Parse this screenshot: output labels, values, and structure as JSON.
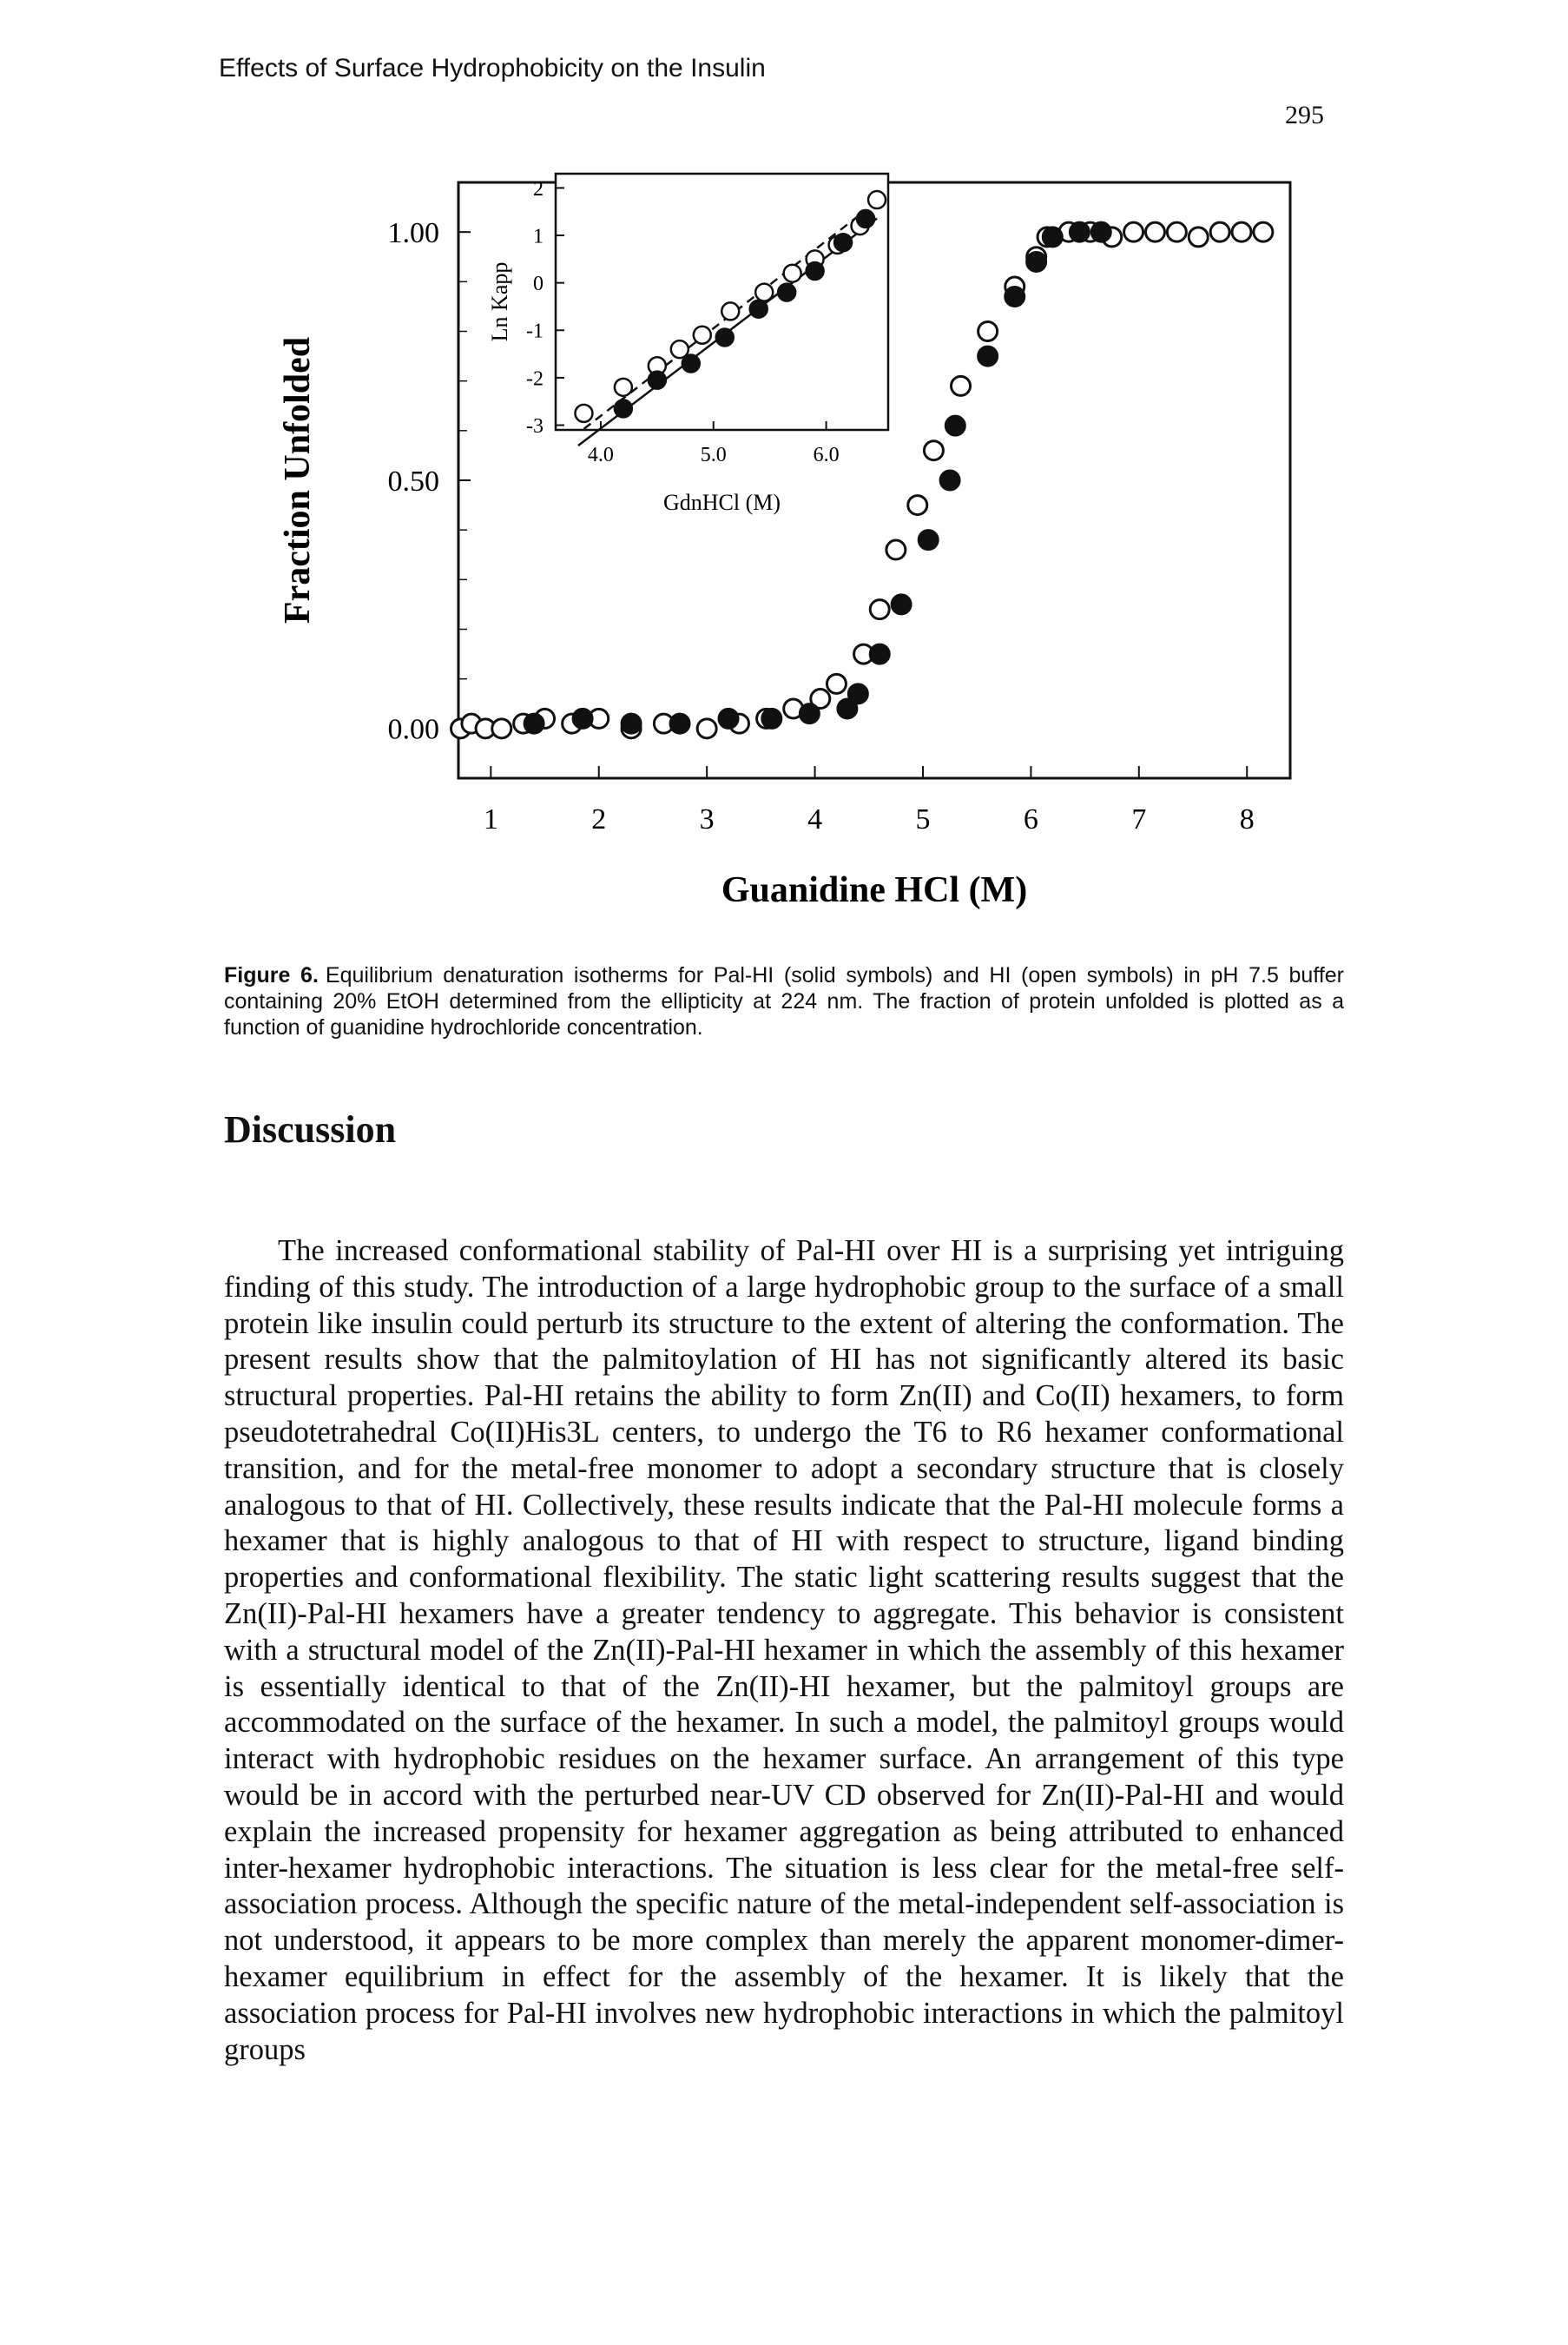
{
  "running_head": "Effects of Surface Hydrophobicity on the Insulin",
  "page_number": "295",
  "figure": {
    "label": "Figure 6.",
    "caption": "Equilibrium denaturation isotherms for Pal-HI (solid symbols) and HI (open symbols) in pH 7.5 buffer containing 20% EtOH determined from the ellipticity at 224 nm. The fraction of protein unfolded is plotted as a function of guanidine hydrochloride concentration."
  },
  "chart_data": [
    {
      "type": "scatter",
      "xlabel": "Guanidine HCl (M)",
      "ylabel": "Fraction Unfolded",
      "xlim": [
        0.7,
        8.4
      ],
      "ylim": [
        -0.1,
        1.1
      ],
      "x_ticks": [
        "1",
        "2",
        "3",
        "4",
        "5",
        "6",
        "7",
        "8"
      ],
      "y_ticks": [
        "0.00",
        "0.50",
        "1.00"
      ],
      "series": [
        {
          "marker": "open",
          "points": [
            [
              0.72,
              0.0
            ],
            [
              0.82,
              0.01
            ],
            [
              0.95,
              0.0
            ],
            [
              1.1,
              0.0
            ],
            [
              1.3,
              0.01
            ],
            [
              1.5,
              0.02
            ],
            [
              1.75,
              0.01
            ],
            [
              2.0,
              0.02
            ],
            [
              2.3,
              0.0
            ],
            [
              2.6,
              0.01
            ],
            [
              3.0,
              0.0
            ],
            [
              3.3,
              0.01
            ],
            [
              3.55,
              0.02
            ],
            [
              3.8,
              0.04
            ],
            [
              4.05,
              0.06
            ],
            [
              4.2,
              0.09
            ],
            [
              4.45,
              0.15
            ],
            [
              4.6,
              0.24
            ],
            [
              4.75,
              0.36
            ],
            [
              4.95,
              0.45
            ],
            [
              5.1,
              0.56
            ],
            [
              5.35,
              0.69
            ],
            [
              5.6,
              0.8
            ],
            [
              5.85,
              0.89
            ],
            [
              6.05,
              0.95
            ],
            [
              6.15,
              0.99
            ],
            [
              6.35,
              1.0
            ],
            [
              6.55,
              1.0
            ],
            [
              6.75,
              0.99
            ],
            [
              6.95,
              1.0
            ],
            [
              7.15,
              1.0
            ],
            [
              7.35,
              1.0
            ],
            [
              7.55,
              0.99
            ],
            [
              7.75,
              1.0
            ],
            [
              7.95,
              1.0
            ],
            [
              8.15,
              1.0
            ]
          ]
        },
        {
          "marker": "solid",
          "points": [
            [
              1.4,
              0.01
            ],
            [
              1.85,
              0.02
            ],
            [
              2.3,
              0.01
            ],
            [
              2.75,
              0.01
            ],
            [
              3.2,
              0.02
            ],
            [
              3.6,
              0.02
            ],
            [
              3.95,
              0.03
            ],
            [
              4.3,
              0.04
            ],
            [
              4.4,
              0.07
            ],
            [
              4.6,
              0.15
            ],
            [
              4.8,
              0.25
            ],
            [
              5.05,
              0.38
            ],
            [
              5.25,
              0.5
            ],
            [
              5.3,
              0.61
            ],
            [
              5.6,
              0.75
            ],
            [
              5.85,
              0.87
            ],
            [
              6.05,
              0.94
            ],
            [
              6.2,
              0.99
            ],
            [
              6.45,
              1.0
            ],
            [
              6.65,
              1.0
            ]
          ]
        }
      ]
    },
    {
      "type": "scatter",
      "xlabel": "GdnHCl (M)",
      "ylabel": "Ln Kapp",
      "xlim": [
        3.6,
        6.55
      ],
      "ylim": [
        -3.1,
        2.3
      ],
      "x_ticks": [
        "4.0",
        "5.0",
        "6.0"
      ],
      "y_ticks": [
        "2",
        "1",
        "0",
        "-1",
        "-2",
        "-3"
      ],
      "series": [
        {
          "marker": "open",
          "points": [
            [
              3.85,
              -2.75
            ],
            [
              4.2,
              -2.2
            ],
            [
              4.5,
              -1.75
            ],
            [
              4.7,
              -1.4
            ],
            [
              4.9,
              -1.1
            ],
            [
              5.15,
              -0.6
            ],
            [
              5.45,
              -0.2
            ],
            [
              5.7,
              0.2
            ],
            [
              5.9,
              0.5
            ],
            [
              6.1,
              0.8
            ],
            [
              6.3,
              1.2
            ],
            [
              6.45,
              1.75
            ]
          ]
        },
        {
          "marker": "solid",
          "points": [
            [
              4.2,
              -2.65
            ],
            [
              4.5,
              -2.05
            ],
            [
              4.8,
              -1.7
            ],
            [
              5.1,
              -1.15
            ],
            [
              5.4,
              -0.55
            ],
            [
              5.65,
              -0.2
            ],
            [
              5.9,
              0.25
            ],
            [
              6.15,
              0.85
            ],
            [
              6.35,
              1.35
            ]
          ]
        }
      ]
    }
  ],
  "discussion": {
    "heading": "Discussion",
    "paragraph": "The increased conformational stability of Pal-HI over HI is a surprising yet intriguing finding of this study. The introduction of a large hydrophobic group to the surface of a small protein like insulin could perturb its structure to the extent of altering the conformation. The present results show that the palmitoylation of HI has not significantly altered its basic structural properties. Pal-HI retains the ability to form Zn(II) and Co(II) hexamers, to form pseudotetrahedral Co(II)His3L centers, to undergo the T6 to R6 hexamer conformational transition, and for the metal-free monomer to adopt a secondary structure that is closely analogous to that of HI. Collectively, these results indicate that the Pal-HI molecule forms a hexamer that is highly analogous to that of HI with respect to structure, ligand binding properties and conformational flexibility. The static light scattering results suggest that the Zn(II)-Pal-HI hexamers have a greater tendency to aggregate. This behavior is consistent with a structural model of the Zn(II)-Pal-HI hexamer in which the assembly of this hexamer is essentially identical to that of the Zn(II)-HI hexamer, but the palmitoyl groups are accommodated on the surface of the hexamer. In such a model, the palmitoyl groups would interact with hydrophobic residues on the hexamer surface. An arrangement of this type would be in accord with the perturbed near-UV CD observed for Zn(II)-Pal-HI and would explain the increased propensity for hexamer aggregation as being attributed to enhanced inter-hexamer hydrophobic interactions. The situation is less clear for the metal-free self-association process. Although the specific nature of the metal-independent self-association is not understood, it appears to be more complex than merely the apparent monomer-dimer-hexamer equilibrium in effect for the assembly of the hexamer. It is likely that the association process for Pal-HI involves new hydrophobic interactions in which the palmitoyl groups"
  }
}
